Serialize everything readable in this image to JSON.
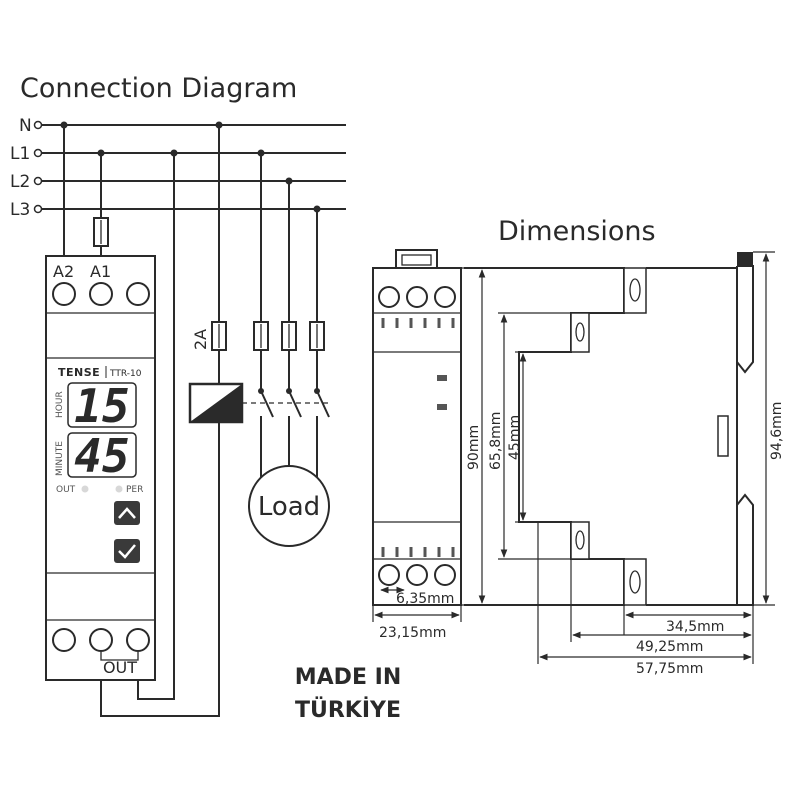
{
  "titles": {
    "connection": "Connection Diagram",
    "dimensions": "Dimensions"
  },
  "bus_labels": [
    "N",
    "L1",
    "L2",
    "L3"
  ],
  "device": {
    "terminals_top": [
      "A2",
      "A1"
    ],
    "brand": "TENSE",
    "model": "TTR-10",
    "hour_label": "HOUR",
    "minute_label": "MINUTE",
    "hour_value": "15",
    "minute_value": "45",
    "out_label": "OUT",
    "per_label": "PER",
    "out_terminal_label": "OUT"
  },
  "fuse_rating": "2A",
  "load_label": "Load",
  "dimension_labels": {
    "height_90": "90mm",
    "height_65_8": "65,8mm",
    "height_45": "45mm",
    "height_94_6": "94,6mm",
    "terminal_pitch": "6,35mm",
    "width_front": "23,15mm",
    "depth_34_5": "34,5mm",
    "depth_49_25": "49,25mm",
    "depth_57_75": "57,75mm"
  },
  "made_in": [
    "MADE IN",
    "TÜRKİYE"
  ]
}
